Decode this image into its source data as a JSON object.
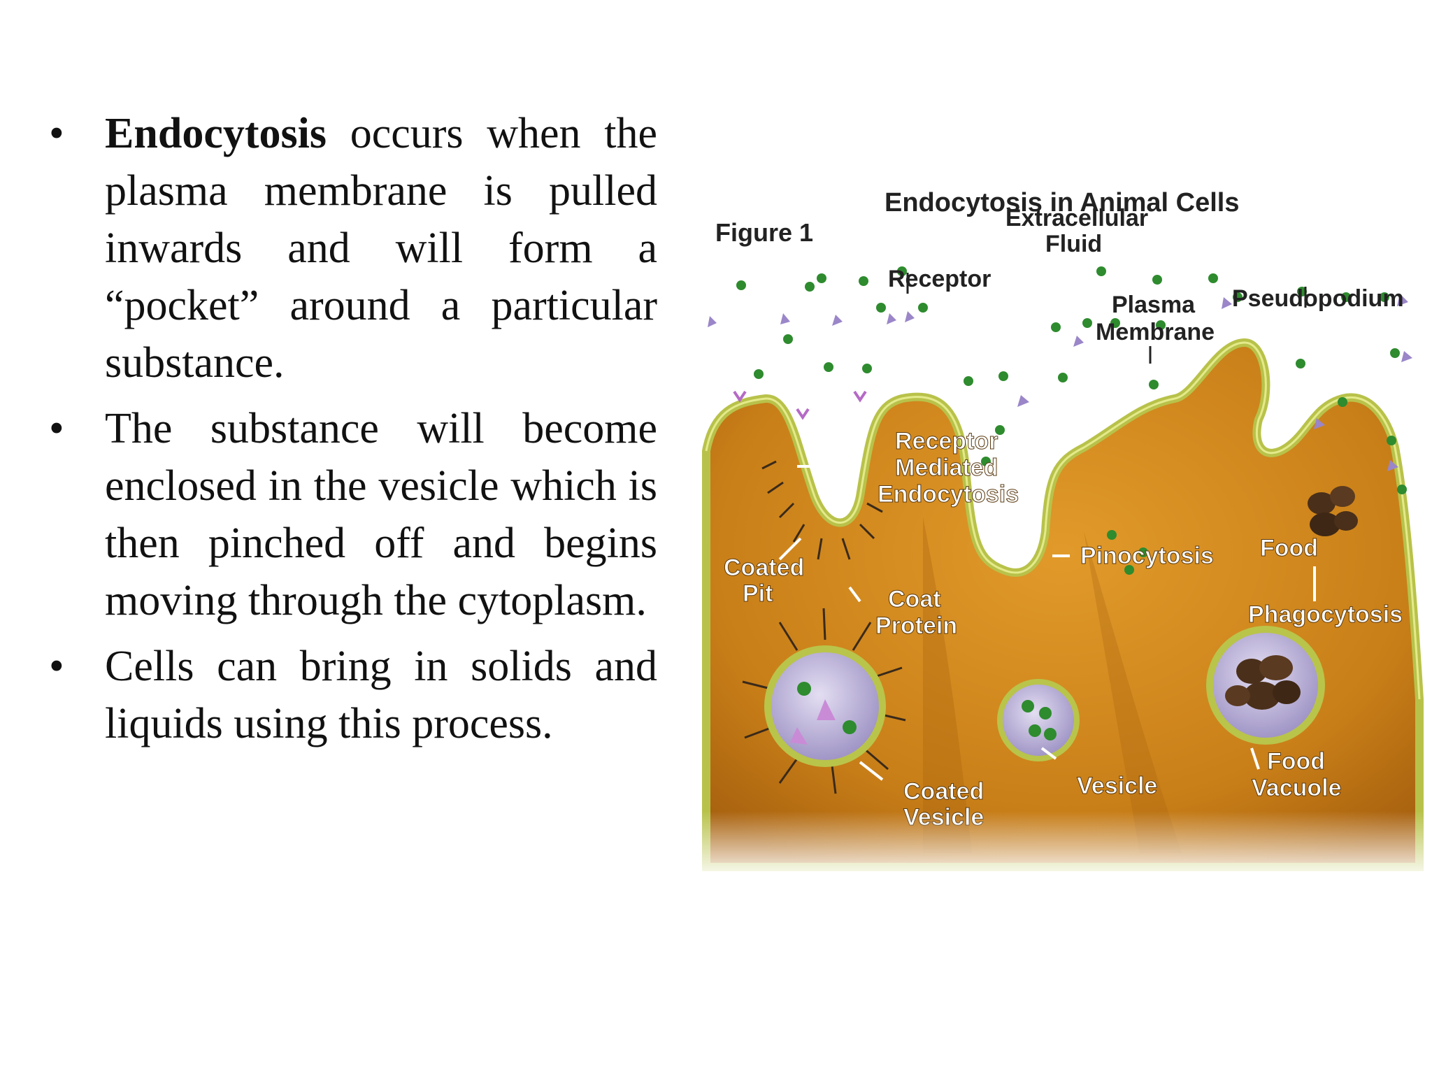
{
  "bullets": [
    {
      "bold": "Endocytosis",
      "text": " occurs when the plasma membrane is pulled inwards and will form a “pocket” around a particular substance."
    },
    {
      "bold": "",
      "text": "The substance will become enclosed in the vesicle which is then pinched off and begins moving through the cytoplasm."
    },
    {
      "bold": "",
      "text": "Cells can bring in solids and liquids using this process."
    }
  ],
  "bullet_symbol": "•",
  "figure": {
    "title": "Endocytosis in Animal Cells",
    "figure_label": "Figure 1",
    "labels": {
      "extracellular": [
        "Extracellular",
        "Fluid"
      ],
      "receptor": "Receptor",
      "plasma_membrane": [
        "Plasma",
        "Membrane"
      ],
      "pseudopodium": "Pseudopodium",
      "receptor_mediated": [
        "Receptor",
        "Mediated",
        "Endocytosis"
      ],
      "pinocytosis": "Pinocytosis",
      "food": "Food",
      "coated_pit": [
        "Coated",
        "Pit"
      ],
      "coat_protein": [
        "Coat",
        "Protein"
      ],
      "phagocytosis": "Phagocytosis",
      "coated_vesicle": [
        "Coated",
        "Vesicle"
      ],
      "vesicle": "Vesicle",
      "food_vacuole": [
        "Food",
        "Vacuole"
      ]
    },
    "colors": {
      "cytoplasm": "#d08a1e",
      "cytoplasm_dark": "#9c5e10",
      "membrane": "#b9c44a",
      "particle_green": "#2e8b2e",
      "particle_purple": "#9a86c8",
      "vesicle_fill": "#b9b2d6",
      "food": "#4a2f1a"
    }
  }
}
